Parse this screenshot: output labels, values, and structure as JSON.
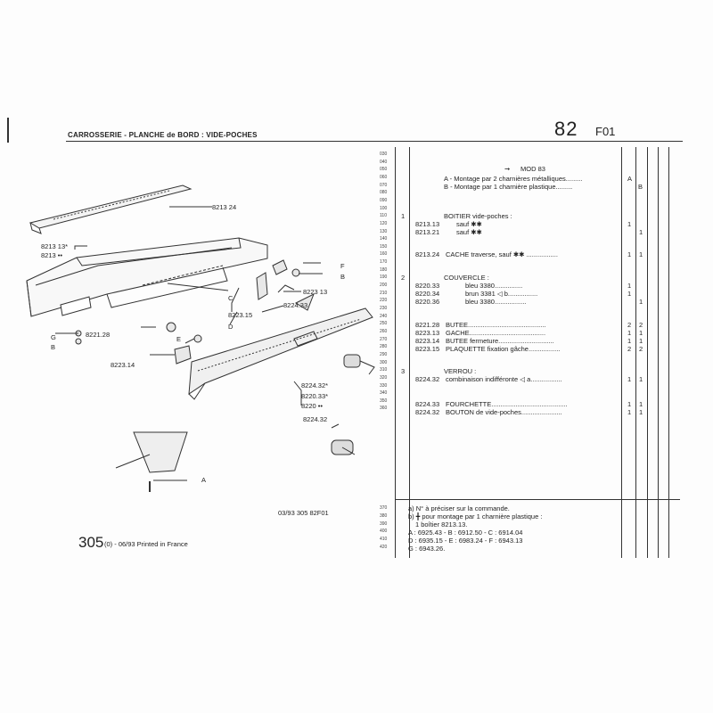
{
  "header": {
    "title": "CARROSSERIE - PLANCHE de BORD : VIDE-POCHES",
    "group": "82",
    "plate": "F01"
  },
  "line_numbers": [
    "030",
    "040",
    "050",
    "060",
    "070",
    "080",
    "090",
    "100",
    "110",
    "120",
    "130",
    "140",
    "150",
    "160",
    "170",
    "180",
    "190",
    "200",
    "210",
    "220",
    "230",
    "240",
    "250",
    "260",
    "270",
    "280",
    "290",
    "300",
    "310",
    "320",
    "330",
    "340",
    "350",
    "360"
  ],
  "footer_line_numbers": [
    "370",
    "380",
    "390",
    "400",
    "410",
    "420"
  ],
  "diagram_labels": {
    "l1": "8213 24",
    "l2": "8213 13*",
    "l3": "8213 ••",
    "l4": "F",
    "l5": "B",
    "l6": "8223 13",
    "l7": "C",
    "l8": "8223.15",
    "l9": "8224.33",
    "l10": "D",
    "l11": "G",
    "l12": "B",
    "l13": "8221.28",
    "l14": "E",
    "l15": "8223.14",
    "l16": "8224.32*",
    "l17": "8220.33*",
    "l18": "8220 ••",
    "l19": "8224.32",
    "l20": "A"
  },
  "parts": {
    "mod": "MOD 83",
    "noteA": "A - Montage par 2 charnières métalliques.........",
    "noteA_code": "A",
    "noteB": "B - Montage par 1 charnière plastique.........",
    "noteB_code": "B",
    "idx1": "1",
    "boitier": "BOITIER vide-poches :",
    "r1_ref": "8213.13",
    "r1_desc": "sauf ✱✱",
    "r1_qa": "1",
    "r2_ref": "8213.21",
    "r2_desc": "sauf ✱✱",
    "r2_qb": "1",
    "r3_ref": "8213.24",
    "r3_desc": "CACHE traverse, sauf ✱✱ .................",
    "r3_qa": "1",
    "r3_qb": "1",
    "idx2": "2",
    "couvercle": "COUVERCLE :",
    "r4_ref": "8220.33",
    "r4_desc": "bleu 3380...............",
    "r4_qa": "1",
    "r5_ref": "8220.34",
    "r5_desc": "brun 3381  ◁ b................",
    "r5_qa": "1",
    "r6_ref": "8220.36",
    "r6_desc": "bleu 3380.................",
    "r6_qb": "1",
    "r7_ref": "8221.28",
    "r7_desc": "BUTEE..........................................",
    "r7_qa": "2",
    "r7_qb": "2",
    "r8_ref": "8223.13",
    "r8_desc": "GACHE.........................................",
    "r8_qa": "1",
    "r8_qb": "1",
    "r9_ref": "8223.14",
    "r9_desc": "BUTEE fermeture..............................",
    "r9_qa": "1",
    "r9_qb": "1",
    "r10_ref": "8223.15",
    "r10_desc": "PLAQUETTE fixation gâche.................",
    "r10_qa": "2",
    "r10_qb": "2",
    "idx3": "3",
    "verrou": "VERROU :",
    "r11_ref": "8224.32",
    "r11_desc": "combinaison indifféronte ◁ a.................",
    "r11_qa": "1",
    "r11_qb": "1",
    "r12_ref": "8224.33",
    "r12_desc": "FOURCHETTE.........................................",
    "r12_qa": "1",
    "r12_qb": "1",
    "r13_ref": "8224.32",
    "r13_desc": "BOUTON de vide-poches......................",
    "r13_qa": "1",
    "r13_qb": "1"
  },
  "footer": {
    "code": "03/93  305  82F01",
    "n1": "a)  N° à préciser sur la commande.",
    "n2": "b)  ╋  pour montage par 1 charnière plastique :",
    "n3": "1 boîtier 8213.13.",
    "n4": "A : 6925.43 - B : 6912.50 - C : 6914.04",
    "n5": "D : 6935.15 - E : 6983.24 - F : 6943.13",
    "n6": "G : 6943.26.",
    "model": "305",
    "printed": "(0) - 06/93 Printed in France"
  }
}
